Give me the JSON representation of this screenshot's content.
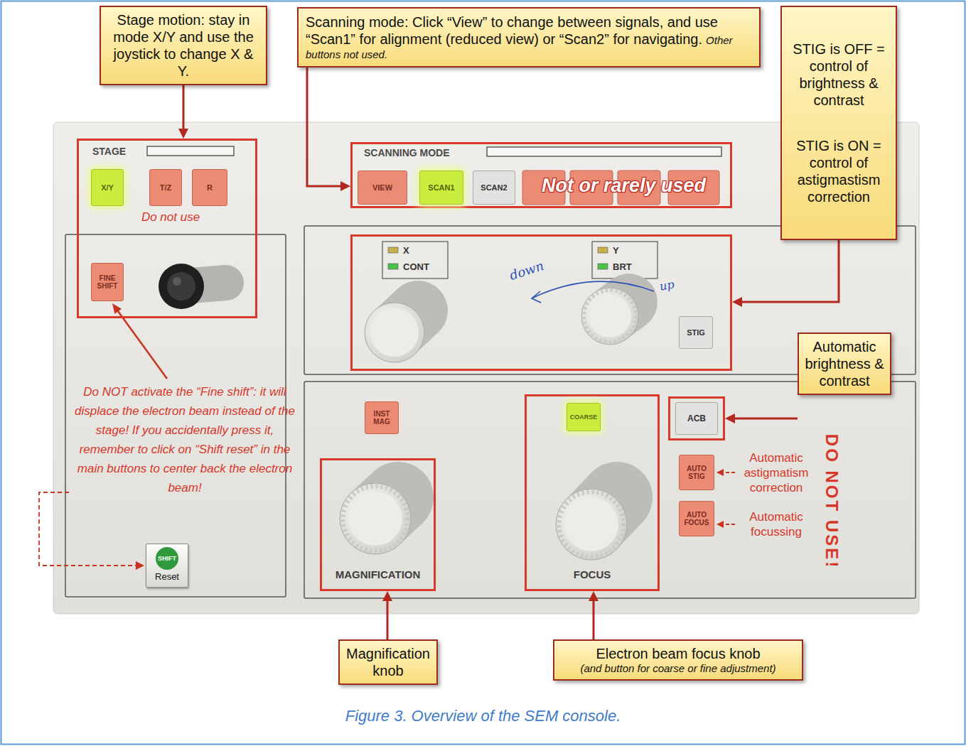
{
  "diagram": {
    "caption": "Figure 3. Overview of the SEM console.",
    "nodes": [
      {
        "text": [
          "Stage motion: stay in mode X/Y and use the joystick to change X & Y."
        ]
      },
      {
        "text": [
          "Scanning mode: Click “View” to change between signals, and use “Scan1” for alignment (reduced view) or “Scan2” for navigating.",
          "Other buttons not used."
        ]
      },
      {
        "text": [
          "STIG is OFF = control of brightness & contrast",
          "STIG is ON = control of astigmastism correction"
        ]
      },
      {
        "text": [
          "STAGE",
          "Do not use"
        ]
      },
      {
        "text": [
          "X/Y"
        ],
        "in": 3
      },
      {
        "text": [
          "T/Z"
        ],
        "in": 3
      },
      {
        "text": [
          "R"
        ],
        "in": 3
      },
      {
        "text": [
          "FINE SHIFT"
        ],
        "in": 3
      },
      {
        "text": [
          "SCANNING MODE",
          "Not or rarely used"
        ]
      },
      {
        "text": [
          "VIEW"
        ],
        "in": 8
      },
      {
        "text": [
          "SCAN1"
        ],
        "in": 8
      },
      {
        "text": [
          "SCAN2"
        ],
        "in": 8
      },
      {
        "text": [
          "X",
          "CONT",
          "Y",
          "BRT",
          "down",
          "up"
        ]
      },
      {
        "text": [
          "STIG"
        ],
        "in": 12
      },
      {
        "text": [
          "Automatic brightness & contrast"
        ]
      },
      {
        "text": [
          "INST MAG"
        ]
      },
      {
        "text": [
          "MAGNIFICATION"
        ]
      },
      {
        "text": [
          "FOCUS"
        ]
      },
      {
        "text": [
          "COARSE"
        ],
        "in": 17
      },
      {
        "text": [
          "ACB"
        ]
      },
      {
        "text": [
          "AUTO STIG"
        ]
      },
      {
        "text": [
          "AUTO FOCUS"
        ]
      },
      {
        "text": [
          "SHIFT",
          "Reset"
        ]
      },
      {
        "text": [
          "Magnification knob"
        ]
      },
      {
        "text": [
          "Electron beam focus knob",
          "(and button for coarse or fine adjustment)"
        ]
      }
    ],
    "edges": [
      {
        "from": 0,
        "to": 3,
        "arrow": "to"
      },
      {
        "from": 1,
        "to": 8,
        "arrow": "to"
      },
      {
        "from": 2,
        "to": 12,
        "arrow": "to"
      },
      {
        "from": 14,
        "to": 19,
        "arrow": "to"
      },
      {
        "from": 23,
        "to": 16,
        "arrow": "to"
      },
      {
        "from": 24,
        "to": 17,
        "arrow": "to"
      }
    ],
    "labels": [
      "Do NOT activate the “Fine shift”: it will displace the electron beam instead of the stage! If you accidentally press it, remember to click on “Shift reset” in the main buttons to center back the electron beam!",
      "Automatic astigmatism correction",
      "Automatic focussing",
      "DO NOT USE!"
    ]
  }
}
